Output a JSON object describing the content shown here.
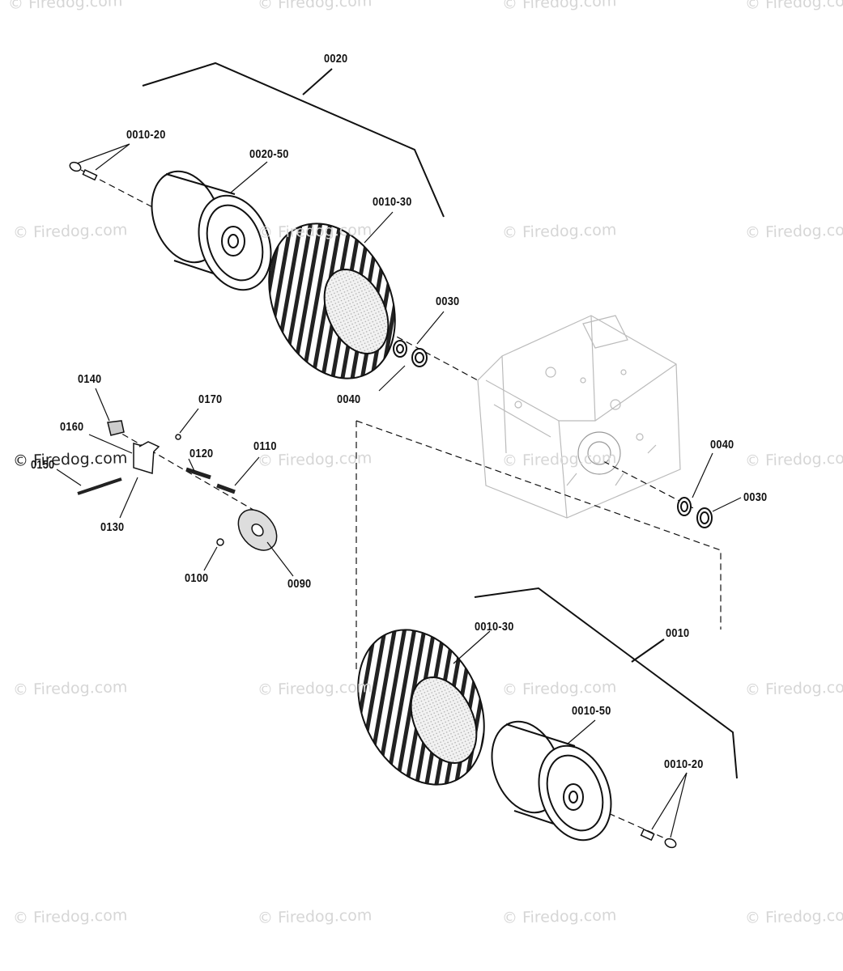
{
  "watermark": "© Firedog.com",
  "labels": {
    "l0020": "0020",
    "l0010_20_top": "0010-20",
    "l0020_50": "0020-50",
    "l0010_30_top": "0010-30",
    "l0030_top": "0030",
    "l0040_left": "0040",
    "l0140": "0140",
    "l0170": "0170",
    "l0160": "0160",
    "l0150": "0150",
    "l0120": "0120",
    "l0110": "0110",
    "l0130": "0130",
    "l0100": "0100",
    "l0090": "0090",
    "l0040_right": "0040",
    "l0030_right": "0030",
    "l0010": "0010",
    "l0010_30_bot": "0010-30",
    "l0010_50": "0010-50",
    "l0010_20_bot": "0010-20"
  }
}
